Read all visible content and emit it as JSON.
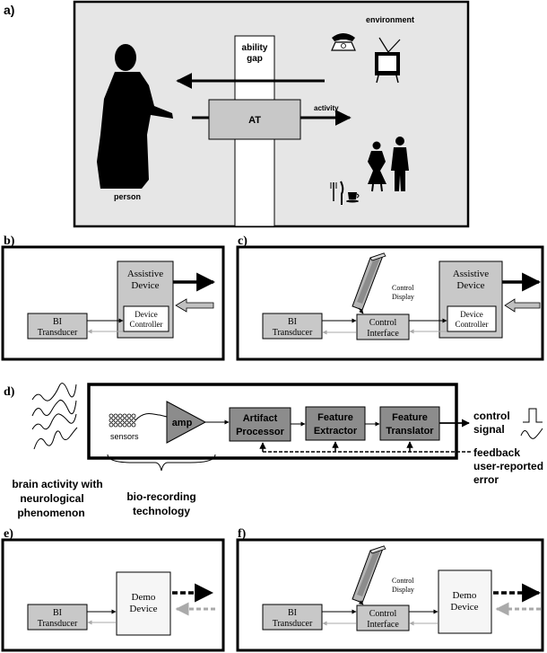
{
  "panels": {
    "a": {
      "letter": "a)",
      "ability_gap_1": "ability",
      "ability_gap_2": "gap",
      "at": "AT",
      "activity": "activity",
      "environment": "environment",
      "person": "person"
    },
    "b": {
      "letter": "b)",
      "bi_1": "BI",
      "bi_2": "Transducer",
      "assistive_1": "Assistive",
      "assistive_2": "Device",
      "controller_1": "Device",
      "controller_2": "Controller"
    },
    "c": {
      "letter": "c)",
      "bi_1": "BI",
      "bi_2": "Transducer",
      "display_1": "Control",
      "display_2": "Display",
      "interface_1": "Control",
      "interface_2": "Interface",
      "assistive_1": "Assistive",
      "assistive_2": "Device",
      "controller_1": "Device",
      "controller_2": "Controller"
    },
    "d": {
      "letter": "d)",
      "sensors": "sensors",
      "amp": "amp",
      "artifact_1": "Artifact",
      "artifact_2": "Processor",
      "feature_ex_1": "Feature",
      "feature_ex_2": "Extractor",
      "feature_tr_1": "Feature",
      "feature_tr_2": "Translator",
      "control_1": "control",
      "control_2": "signal",
      "feedback_1": "feedback",
      "feedback_2": "user-reported",
      "feedback_3": "error",
      "brain_1": "brain activity with",
      "brain_2": "neurological",
      "brain_3": "phenomenon",
      "bio_1": "bio-recording",
      "bio_2": "technology"
    },
    "e": {
      "letter": "e)",
      "bi_1": "BI",
      "bi_2": "Transducer",
      "demo_1": "Demo",
      "demo_2": "Device"
    },
    "f": {
      "letter": "f)",
      "bi_1": "BI",
      "bi_2": "Transducer",
      "display_1": "Control",
      "display_2": "Display",
      "interface_1": "Control",
      "interface_2": "Interface",
      "demo_1": "Demo",
      "demo_2": "Device"
    }
  },
  "colors": {
    "panel_bg": "#e6e6e6",
    "box_fill": "#c8c8c8",
    "dark_box": "#8c8c8c",
    "white_box": "#f6f6f6",
    "feedback_arrow": "#c0c0c0"
  }
}
